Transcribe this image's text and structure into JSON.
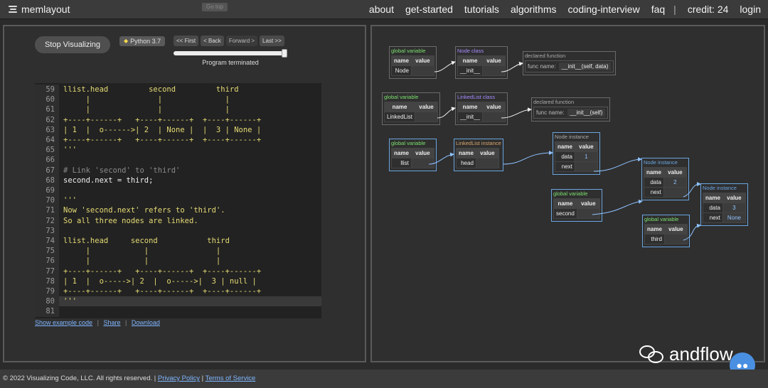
{
  "nav": {
    "brand": "memlayout",
    "links": [
      "about",
      "get-started",
      "tutorials",
      "algorithms",
      "coding-interview",
      "faq"
    ],
    "credit": "credit: 24",
    "login": "login",
    "top_small_button": "Go top"
  },
  "controls": {
    "stop_label": "Stop Visualizing",
    "python_badge": "Python 3.7",
    "first": "<< First",
    "back": "< Back",
    "forward": "Forward >",
    "last": "Last >>",
    "slider_level": 1.0,
    "status": "Program terminated"
  },
  "code": {
    "current_line": 80,
    "lines": [
      {
        "n": "59",
        "t": "llist.head         second         third"
      },
      {
        "n": "60",
        "t": "     |               |              |"
      },
      {
        "n": "61",
        "t": "     |               |              |"
      },
      {
        "n": "62",
        "t": "+----+------+   +----+------+  +----+------+"
      },
      {
        "n": "63",
        "t": "| 1  |  o------>| 2  | None |  |  3 | None |"
      },
      {
        "n": "64",
        "t": "+----+------+   +----+------+  +----+------+"
      },
      {
        "n": "65",
        "t": "'''"
      },
      {
        "n": "66",
        "t": ""
      },
      {
        "n": "67",
        "t": "# Link 'second' to 'third'"
      },
      {
        "n": "68",
        "t": "second.next = third;"
      },
      {
        "n": "69",
        "t": ""
      },
      {
        "n": "70",
        "t": "'''"
      },
      {
        "n": "71",
        "t": "Now 'second.next' refers to 'third'."
      },
      {
        "n": "72",
        "t": "So all three nodes are linked."
      },
      {
        "n": "73",
        "t": ""
      },
      {
        "n": "74",
        "t": "llist.head     second           third"
      },
      {
        "n": "75",
        "t": "     |            |               |"
      },
      {
        "n": "76",
        "t": "     |            |               |"
      },
      {
        "n": "77",
        "t": "+----+------+   +----+------+  +----+------+"
      },
      {
        "n": "78",
        "t": "| 1  |  o----->| 2  |  o----->|  3 | null |"
      },
      {
        "n": "79",
        "t": "+----+------+   +----+------+  +----+------+"
      },
      {
        "n": "80",
        "t": "'''"
      },
      {
        "n": "81",
        "t": ""
      }
    ]
  },
  "links": {
    "example": "Show example code",
    "share": "Share",
    "download": "Download"
  },
  "viz": {
    "gv_label": "global variable",
    "name_h": "name",
    "value_h": "value",
    "node_class_label": "Node class",
    "linkedlist_class_label": "LinkedList class",
    "declared_fn_label": "declared function",
    "func_name_label": "func name:",
    "init_name": "__init__",
    "node_init_sig": "__init__(self, data)",
    "ll_init_sig": "__init__(self)",
    "node_inst_label": "Node instance",
    "ll_inst_label": "LinkedList instance",
    "var_node": "Node",
    "var_linkedlist": "LinkedList",
    "var_llist": "llist",
    "var_second": "second",
    "var_third": "third",
    "field_head": "head",
    "field_data": "data",
    "field_next": "next",
    "node1_data": "1",
    "node2_data": "2",
    "node3_data": "3",
    "none_value": "None"
  },
  "watermark": "andflow",
  "footer": {
    "copyright": "© 2022 Visualizing Code, LLC. All rights reserved.",
    "privacy": "Privacy Policy",
    "terms": "Terms of Service"
  }
}
